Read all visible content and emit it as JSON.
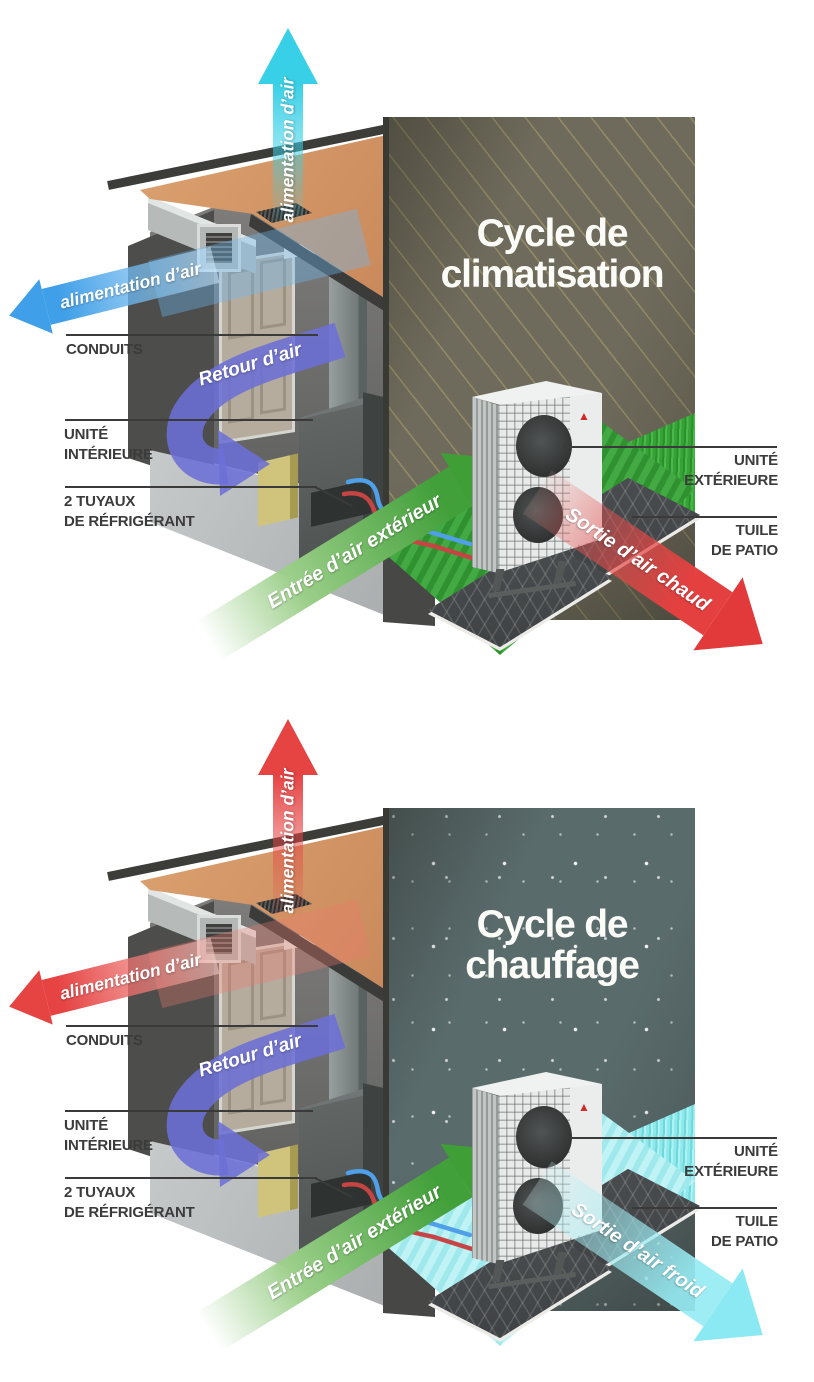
{
  "panels": [
    {
      "name": "cooling",
      "title_line1": "Cycle de",
      "title_line2": "climatisation",
      "arrows": {
        "supply_vertical": "alimentation d’air",
        "supply_horizontal": "alimentation d’air",
        "return_air": "Retour d’air",
        "outdoor_intake": "Entrée d’air extérieur",
        "outlet": "Sortie d’air chaud"
      },
      "labels": {
        "ducts": "CONDUITS",
        "indoor_unit_line1": "UNITÉ",
        "indoor_unit_line2": "INTÉRIEURE",
        "refrigerant_line1": "2 TUYAUX",
        "refrigerant_line2": "DE RÉFRIGÉRANT",
        "outdoor_unit_line1": "UNITÉ",
        "outdoor_unit_line2": "EXTÉRIEURE",
        "patio_line1": "TUILE",
        "patio_line2": "DE PATIO"
      },
      "colors": {
        "supply_arrow": "#38d0e6",
        "duct_supply_arrow": "#3f9fe8",
        "outlet_arrow": "#e54040",
        "wall": "#6f6b5c",
        "grass": "#3aa63a"
      }
    },
    {
      "name": "heating",
      "title_line1": "Cycle de",
      "title_line2": "chauffage",
      "arrows": {
        "supply_vertical": "alimentation d’air",
        "supply_horizontal": "alimentation d’air",
        "return_air": "Retour d’air",
        "outdoor_intake": "Entrée d’air extérieur",
        "outlet": "Sortie d’air froid"
      },
      "labels": {
        "ducts": "CONDUITS",
        "indoor_unit_line1": "UNITÉ",
        "indoor_unit_line2": "INTÉRIEURE",
        "refrigerant_line1": "2 TUYAUX",
        "refrigerant_line2": "DE RÉFRIGÉRANT",
        "outdoor_unit_line1": "UNITÉ",
        "outdoor_unit_line2": "EXTÉRIEURE",
        "patio_line1": "TUILE",
        "patio_line2": "DE PATIO"
      },
      "colors": {
        "supply_arrow": "#e64343",
        "duct_supply_arrow": "#e64343",
        "outlet_arrow": "#96ebf3",
        "wall": "#5a6b6c",
        "grass": "#9feef1"
      }
    }
  ],
  "shared_colors": {
    "return_arrow": "#6c70d6",
    "intake_arrow": "#3f9e36",
    "ceiling_floor": "#d0946a",
    "refrigerant_pipe_cold": "#4fa0e8",
    "refrigerant_pipe_hot": "#c64444"
  },
  "icons": {
    "brand_triangle": "▲"
  }
}
